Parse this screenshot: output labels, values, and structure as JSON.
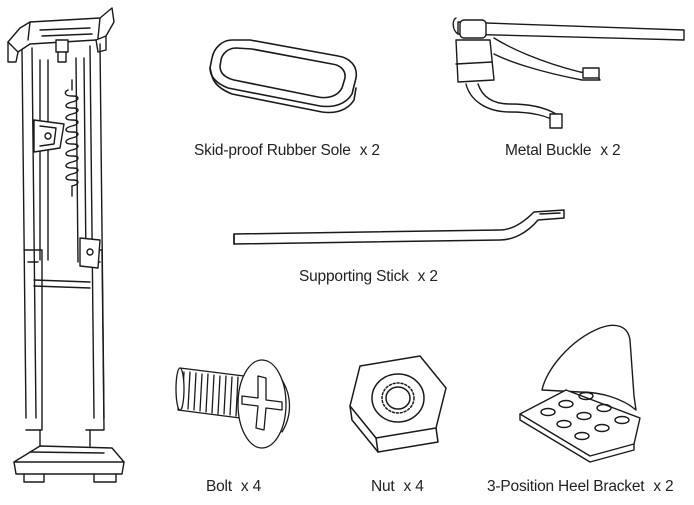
{
  "parts": {
    "rubber_sole": {
      "name": "Skid-proof Rubber Sole",
      "qty": "x 2"
    },
    "metal_buckle": {
      "name": "Metal Buckle",
      "qty": "x 2"
    },
    "supporting_stick": {
      "name": "Supporting Stick",
      "qty": "x 2"
    },
    "bolt": {
      "name": "Bolt",
      "qty": "x 4"
    },
    "nut": {
      "name": "Nut",
      "qty": "x 4"
    },
    "heel_bracket": {
      "name": "3-Position Heel Bracket",
      "qty": "x 2"
    }
  }
}
